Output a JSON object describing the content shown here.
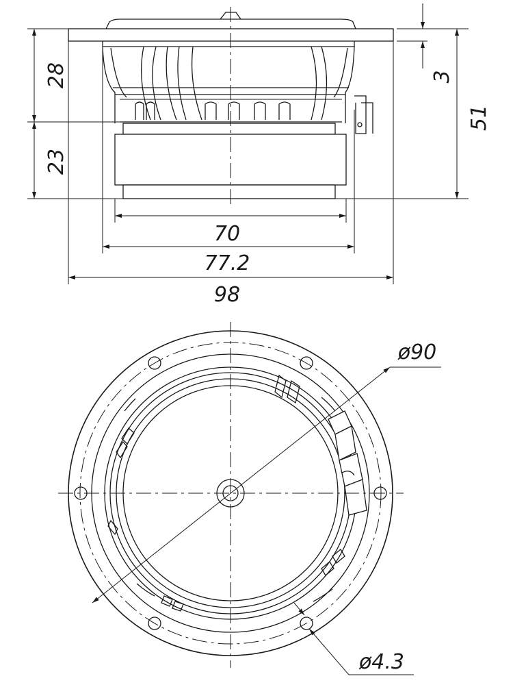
{
  "side_view": {
    "dimensions": {
      "width_70": "70",
      "width_77_2": "77.2",
      "width_98": "98",
      "height_28": "28",
      "height_23": "23",
      "height_51": "51",
      "flange_3": "3"
    }
  },
  "front_view": {
    "dimensions": {
      "diameter_90": "ø90",
      "hole_4_3": "ø4.3"
    }
  },
  "colors": {
    "line": "#1a1a1a",
    "background": "#ffffff"
  }
}
